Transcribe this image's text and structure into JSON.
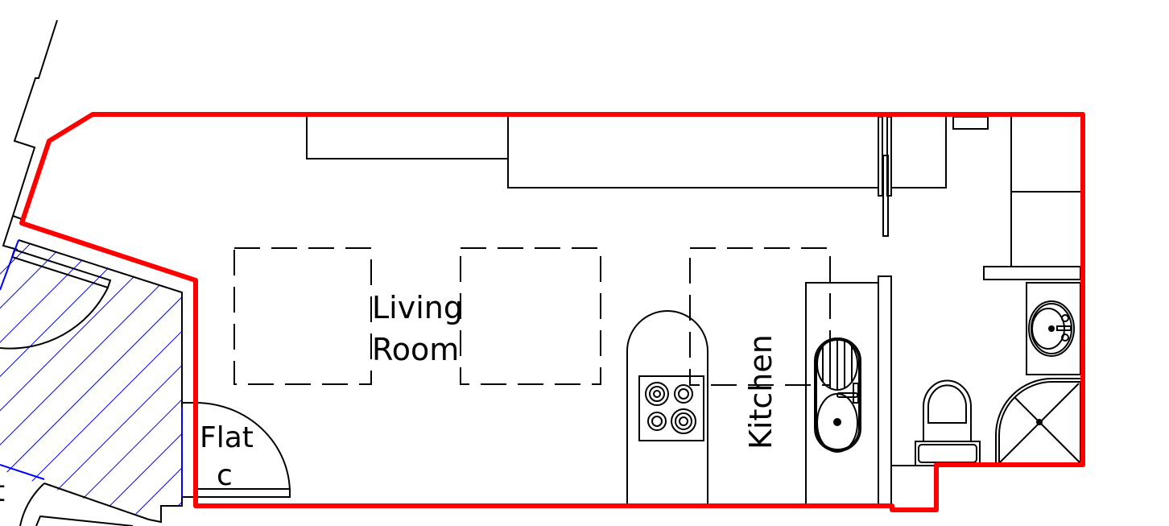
{
  "rooms": {
    "living": {
      "line1": "Living",
      "line2": "Room"
    },
    "kitchen": "Kitchen",
    "flat": {
      "line1": "Flat",
      "line2": "c"
    },
    "partial_label": "t"
  },
  "colors": {
    "boundary": "#ff0000",
    "hatch": "#0000ff",
    "lines": "#000000"
  }
}
